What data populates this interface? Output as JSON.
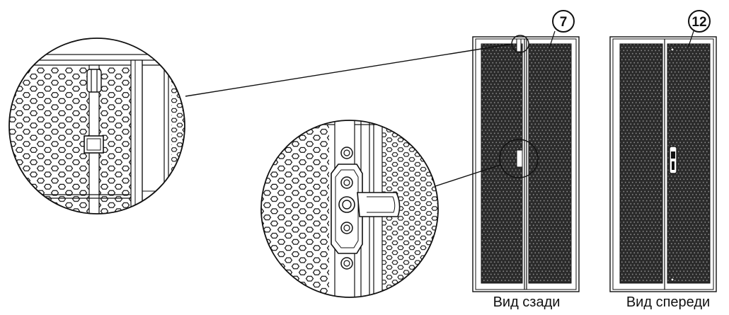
{
  "rear_view": {
    "caption": "Вид сзади",
    "callout": "7"
  },
  "front_view": {
    "caption": "Вид спереди",
    "callout": "12"
  },
  "colors": {
    "line": "#111111",
    "mesh": "#2a2a2a",
    "background": "#ffffff"
  }
}
